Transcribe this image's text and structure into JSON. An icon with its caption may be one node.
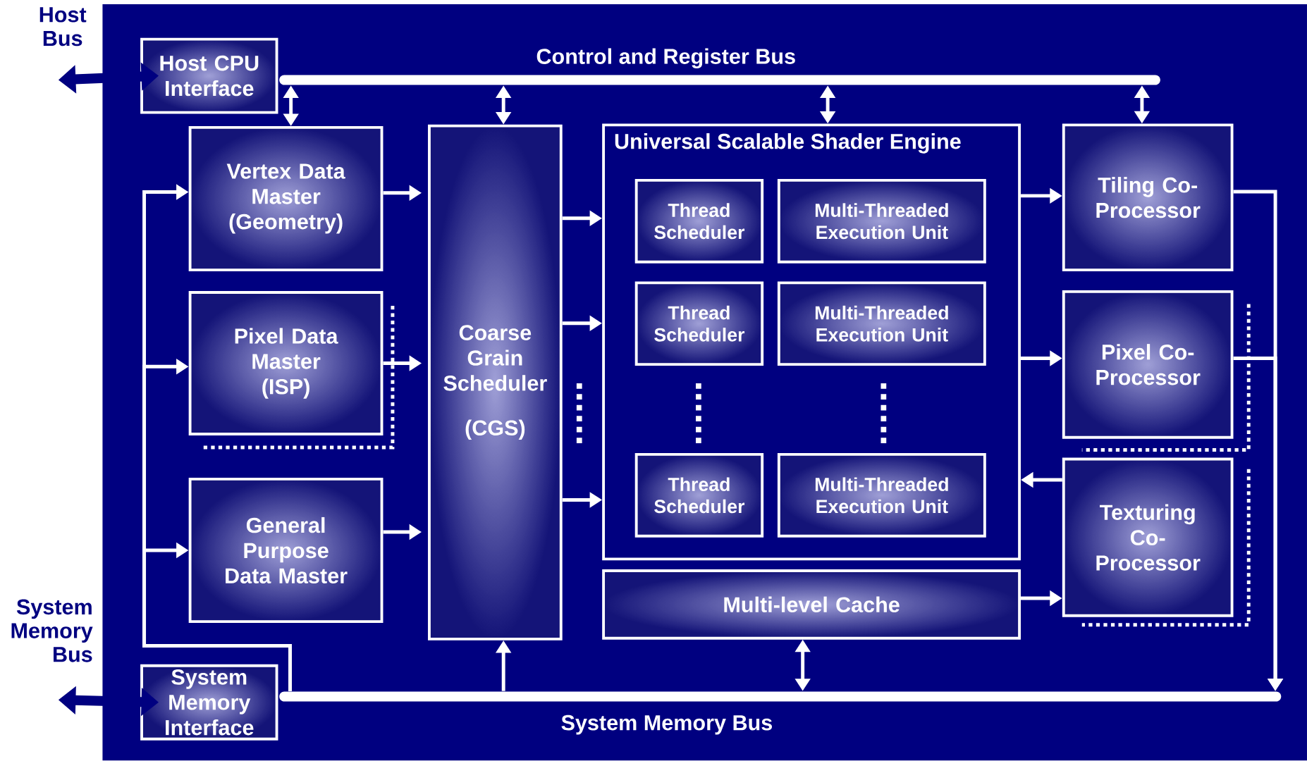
{
  "diagram": {
    "nodes": [
      {
        "text": [
          "Host CPU Interface"
        ]
      },
      {
        "text": [
          "Control and Register Bus"
        ]
      },
      {
        "text": [
          "Vertex Data Master (Geometry)"
        ]
      },
      {
        "text": [
          "Pixel Data Master (ISP)"
        ]
      },
      {
        "text": [
          "General Purpose Data Master"
        ]
      },
      {
        "text": [
          "Coarse Grain Scheduler",
          "(CGS)"
        ]
      },
      {
        "text": [
          "Universal Scalable Shader Engine"
        ]
      },
      {
        "text": [
          "Thread Scheduler"
        ],
        "in": 6
      },
      {
        "text": [
          "Multi-Threaded Execution Unit"
        ],
        "in": 6
      },
      {
        "text": [
          "Thread Scheduler"
        ],
        "in": 6
      },
      {
        "text": [
          "Multi-Threaded Execution Unit"
        ],
        "in": 6
      },
      {
        "text": [
          "Thread Scheduler"
        ],
        "in": 6
      },
      {
        "text": [
          "Multi-Threaded Execution Unit"
        ],
        "in": 6
      },
      {
        "text": [
          "Multi-level Cache"
        ]
      },
      {
        "text": [
          "Tiling Co-Processor"
        ]
      },
      {
        "text": [
          "Pixel Co-Processor"
        ]
      },
      {
        "text": [
          "Texturing Co-Processor"
        ]
      },
      {
        "text": [
          "System Memory Interface"
        ]
      },
      {
        "text": [
          "System Memory Bus"
        ]
      }
    ],
    "edges": [
      {
        "from": null,
        "to": 0,
        "arrow": "both",
        "style": "thick",
        "color": "#000080"
      },
      {
        "from": 1,
        "to": 2,
        "arrow": "both"
      },
      {
        "from": 1,
        "to": 5,
        "arrow": "both"
      },
      {
        "from": 1,
        "to": 6,
        "arrow": "both"
      },
      {
        "from": 1,
        "to": 14,
        "arrow": "both"
      },
      {
        "from": 2,
        "to": 5,
        "arrow": "to"
      },
      {
        "from": 3,
        "to": 5,
        "arrow": "to"
      },
      {
        "from": 4,
        "to": 5,
        "arrow": "to"
      },
      {
        "from": 5,
        "to": 6,
        "arrow": "to"
      },
      {
        "from": 5,
        "to": 6,
        "arrow": "to"
      },
      {
        "from": 5,
        "to": 6,
        "arrow": "to"
      },
      {
        "from": 6,
        "to": 14,
        "arrow": "to"
      },
      {
        "from": 6,
        "to": 15,
        "arrow": "to"
      },
      {
        "from": 16,
        "to": 6,
        "arrow": "to"
      },
      {
        "from": 13,
        "to": 16,
        "arrow": "to"
      },
      {
        "from": 13,
        "to": 18,
        "arrow": "both"
      },
      {
        "from": 18,
        "to": 5,
        "arrow": "to"
      },
      {
        "from": 14,
        "to": 18,
        "arrow": "to"
      },
      {
        "from": 15,
        "to": 18,
        "arrow": "to"
      },
      {
        "from": 18,
        "to": 2,
        "arrow": "to"
      },
      {
        "from": 18,
        "to": 3,
        "arrow": "to"
      },
      {
        "from": 18,
        "to": 4,
        "arrow": "to"
      },
      {
        "from": null,
        "to": 17,
        "arrow": "both",
        "style": "thick",
        "color": "#000080"
      }
    ],
    "labels": [
      "Host Bus",
      "System Memory Bus"
    ]
  }
}
